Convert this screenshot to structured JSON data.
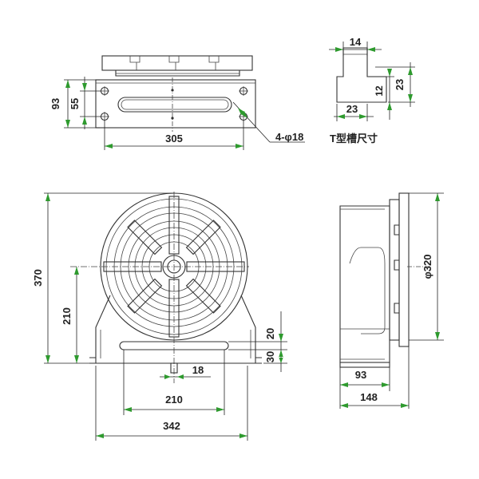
{
  "top_view": {
    "dim_width": "305",
    "dim_height_outer": "93",
    "dim_height_inner": "55",
    "hole_callout": "4-φ18"
  },
  "t_slot": {
    "dim_top": "14",
    "dim_depth": "23",
    "dim_neck": "12",
    "dim_bottom": "23",
    "caption": "T型槽尺寸"
  },
  "front_view": {
    "dim_total_height": "370",
    "dim_center_height": "210",
    "dim_slot_width": "18",
    "dim_slot_spacing": "210",
    "dim_base_width": "342",
    "dim_base_thickness": "30",
    "dim_slot_height": "20"
  },
  "side_view": {
    "dim_table_diameter": "φ320",
    "dim_body_depth": "93",
    "dim_total_depth": "148"
  },
  "colors": {
    "line": "#333333",
    "arrow": "#2e9a2e",
    "background": "#ffffff"
  }
}
